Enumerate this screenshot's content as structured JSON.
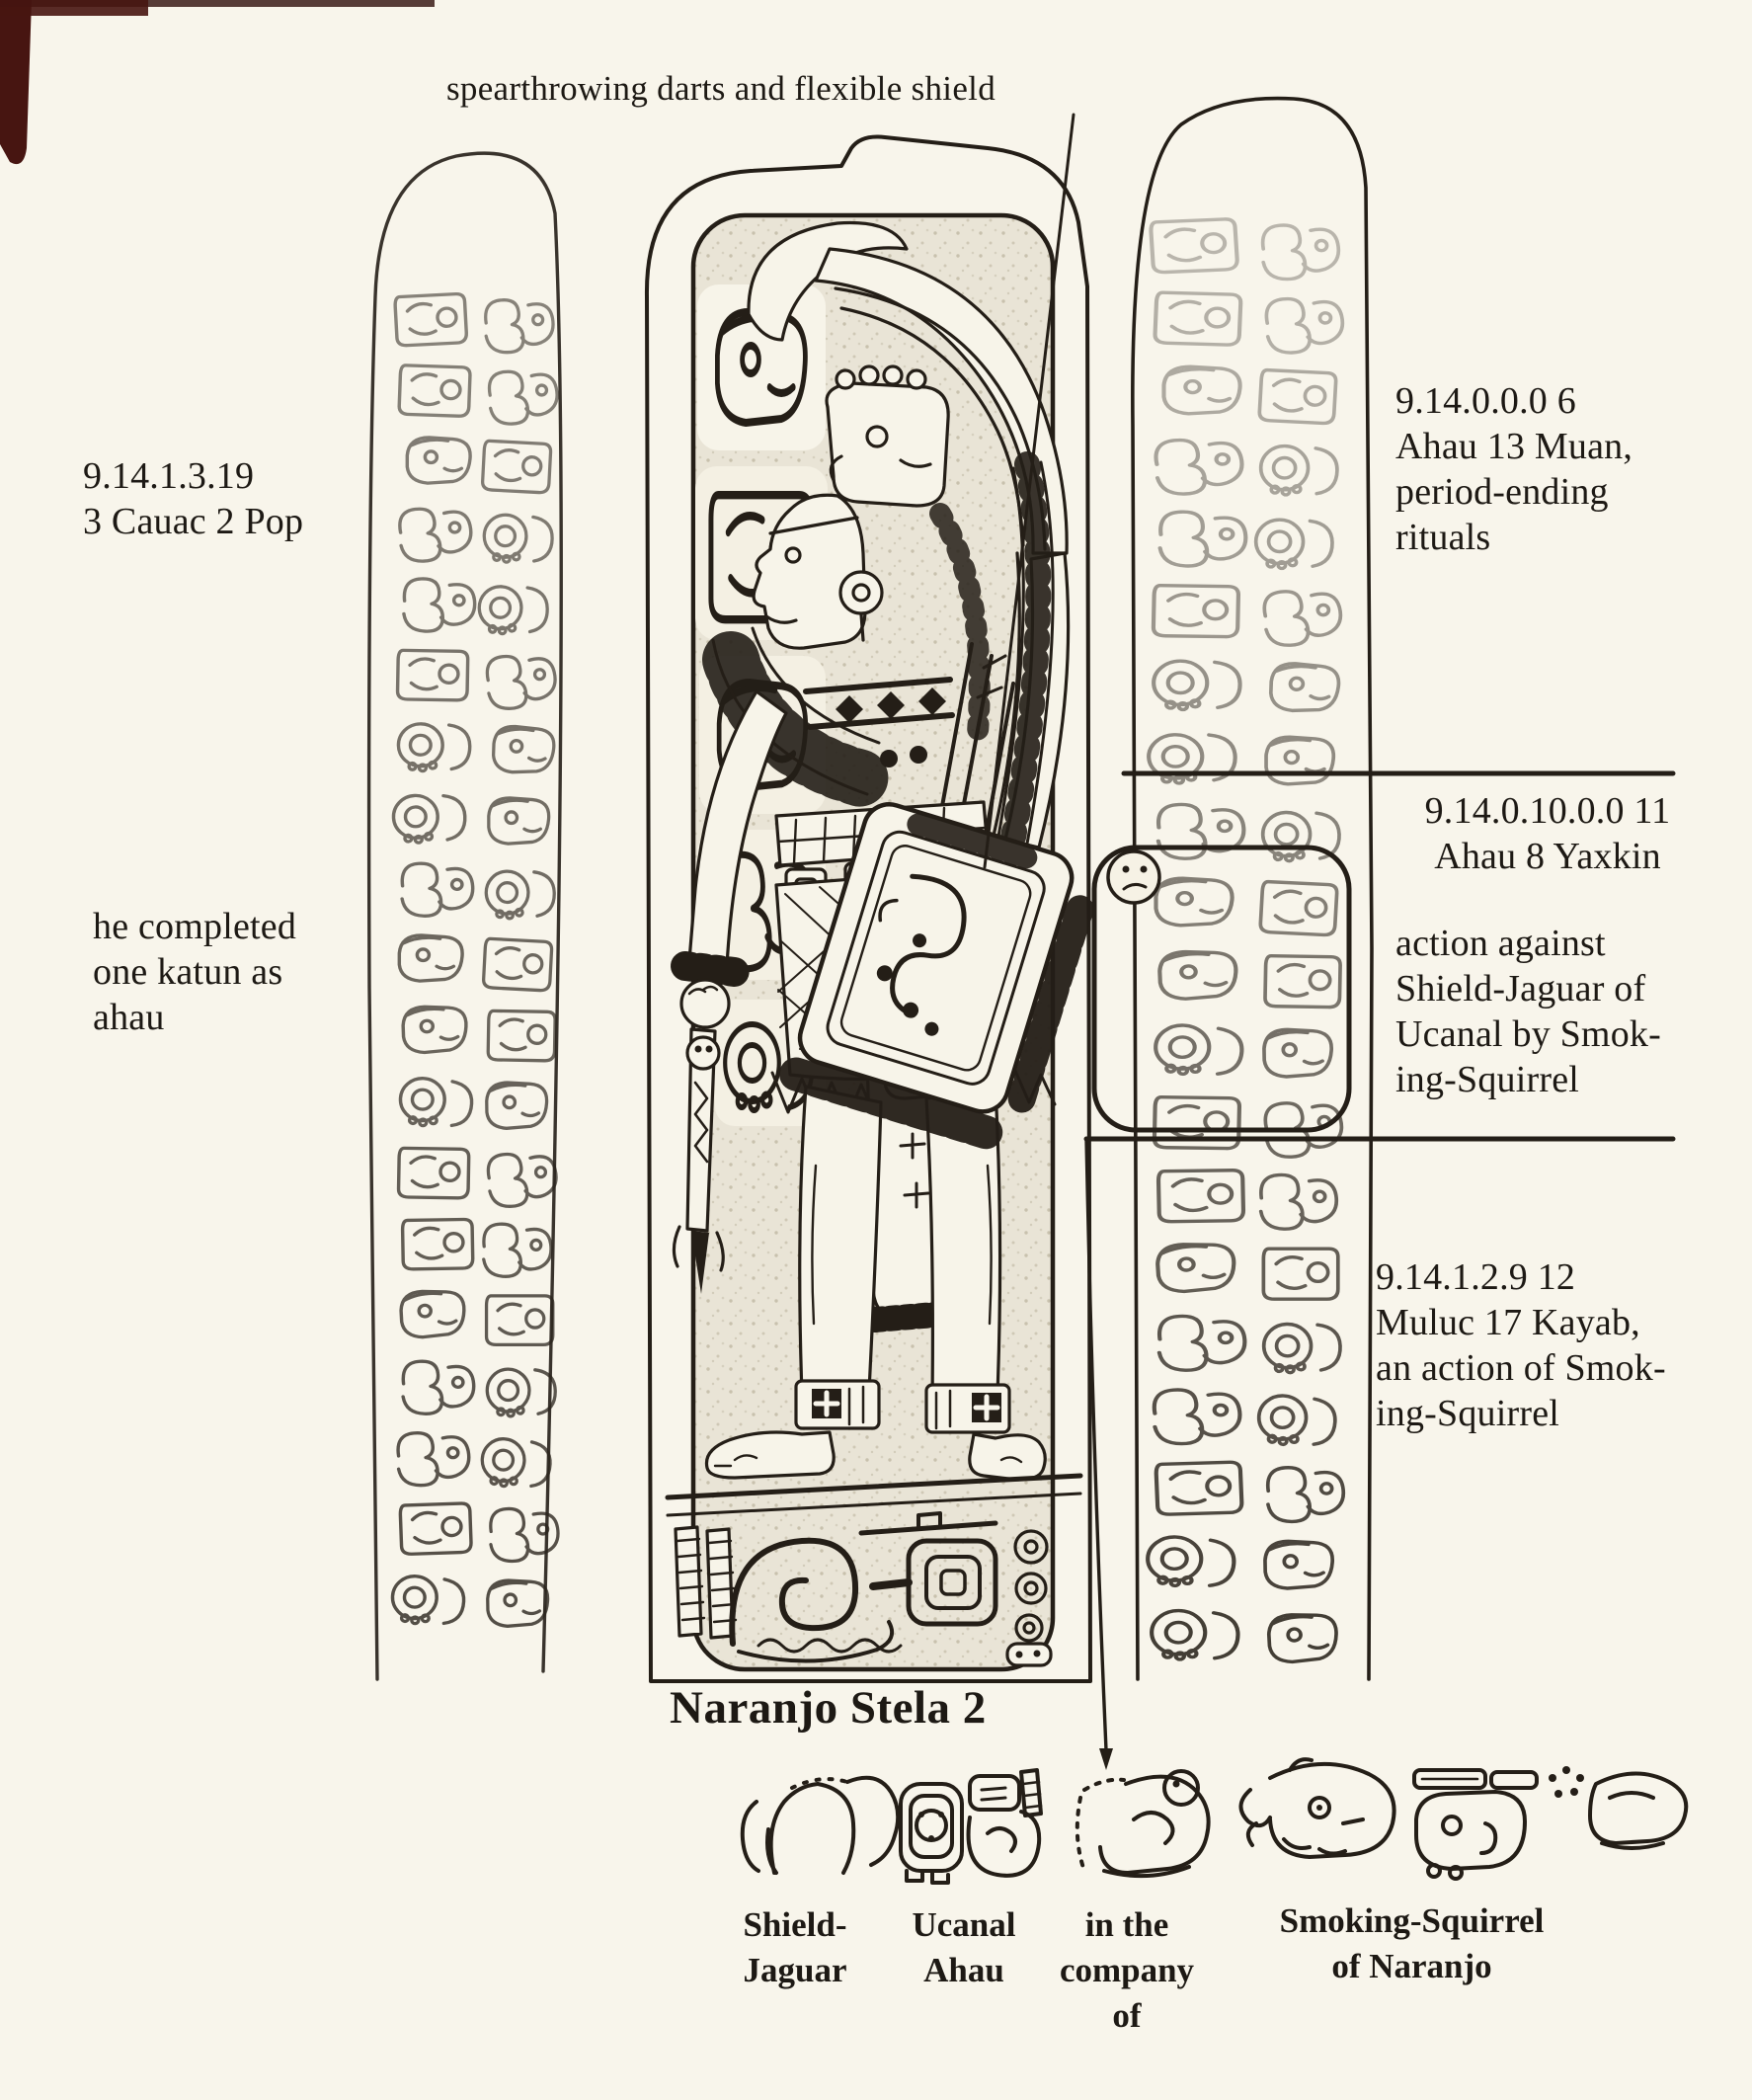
{
  "page": {
    "top_label": "spearthrowing darts and flexible shield",
    "caption": "Naranjo Stela 2",
    "paper_color": "#f8f5eb",
    "ink_color": "#241e17"
  },
  "annotations": {
    "left_date": [
      "9.14.1.3.19",
      "3 Cauac 2 Pop"
    ],
    "left_katun": [
      "he completed",
      "one katun as",
      "ahau"
    ],
    "right_period_ending": [
      "9.14.0.0.0 6",
      "Ahau 13 Muan,",
      "period-ending",
      "rituals"
    ],
    "right_capture_date": [
      "9.14.0.10.0.0 11",
      "Ahau 8 Yaxkin"
    ],
    "right_capture_action": [
      "action against",
      "Shield-Jaguar of",
      "Ucanal by Smok-",
      "ing-Squirrel"
    ],
    "right_muluc_event": [
      "9.14.1.2.9 12",
      "Muluc 17 Kayab,",
      "an action of Smok-",
      "ing-Squirrel"
    ]
  },
  "glyph_row": [
    {
      "icon": "shield-jaguar-glyph",
      "label": [
        "Shield-",
        "Jaguar"
      ]
    },
    {
      "icon": "ucanal-ahau-glyph",
      "label": [
        "Ucanal",
        "Ahau"
      ]
    },
    {
      "icon": "in-the-company-of-glyph",
      "label": [
        "in the",
        "company",
        "of"
      ]
    },
    {
      "icon": "smoking-squirrel-of-naranjo-glyph",
      "label": [
        "Smoking-Squirrel",
        "of Naranjo"
      ]
    }
  ]
}
